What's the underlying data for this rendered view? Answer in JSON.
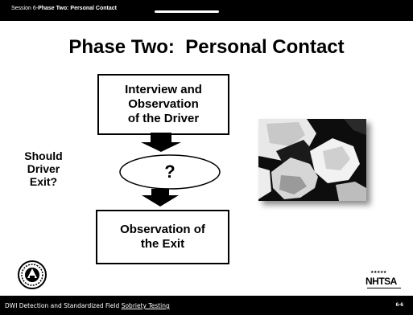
{
  "header": {
    "session_prefix": "Session 6-",
    "session_title": "Phase Two: Personal Contact"
  },
  "slide": {
    "title": "Phase Two:  Personal Contact",
    "box_top": "Interview and\nObservation\nof the Driver",
    "decision": "?",
    "box_bottom": "Observation of\nthe Exit",
    "side_question": "Should\nDriver\nExit?"
  },
  "footer": {
    "text_main": "DWI Detection and Standardized Field ",
    "text_underlined": "Sobriety Testing",
    "page_number": "6-6"
  },
  "logo": {
    "stars": "★★★★★",
    "text": "NHTSA"
  },
  "colors": {
    "background": "#ffffff",
    "bars": "#000000",
    "text": "#000000"
  }
}
